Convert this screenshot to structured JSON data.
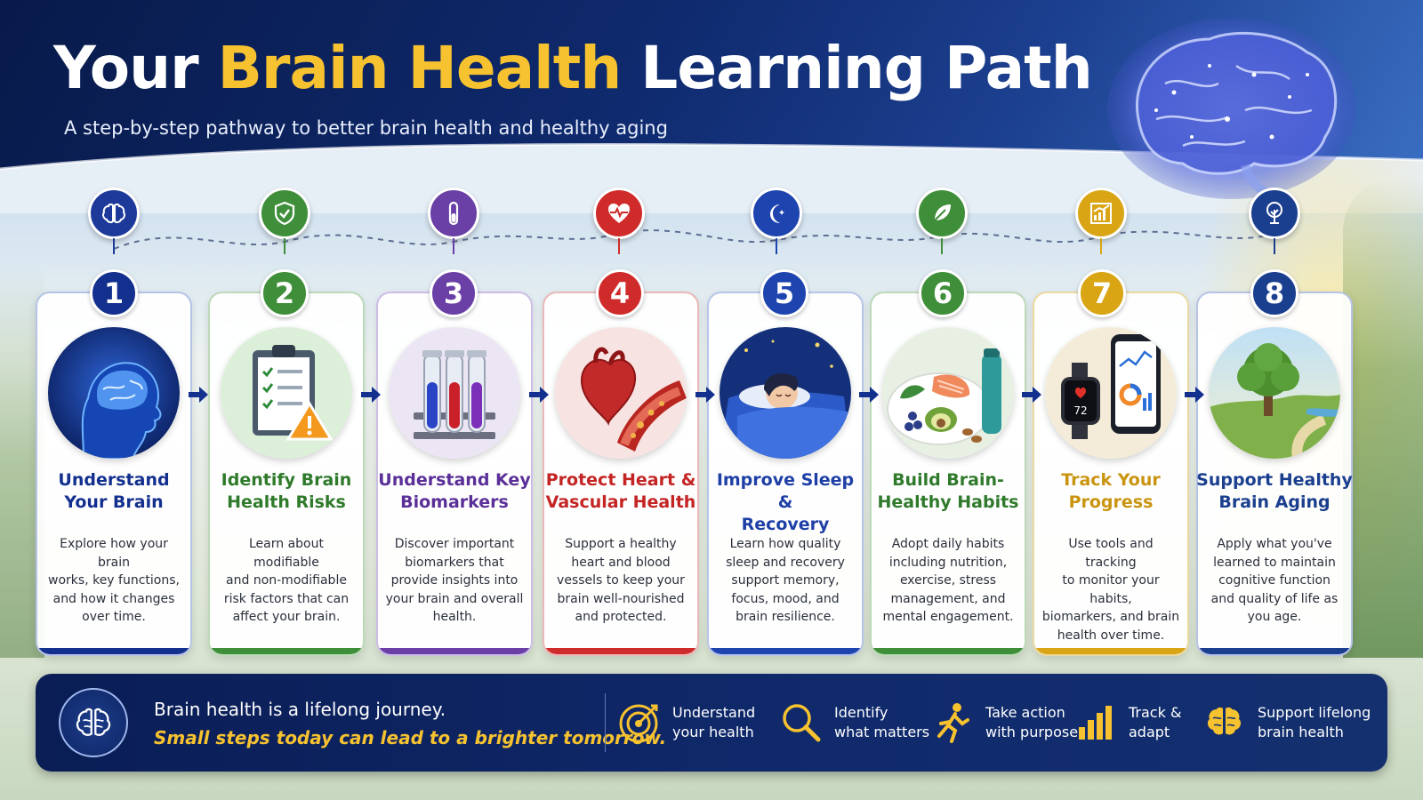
{
  "header": {
    "title_pre": "Your",
    "title_highlight": "Brain Health",
    "title_post": "Learning Path",
    "subtitle": "A step-by-step pathway to better brain health and healthy aging"
  },
  "colors": {
    "navy": "#13308f",
    "green": "#3f8f3a",
    "purple": "#6a3fa6",
    "red": "#d02b2b",
    "blue": "#1e44b0",
    "leaf": "#3f8f3a",
    "gold": "#d9a514",
    "darkblue": "#1b3f8f"
  },
  "steps": [
    {
      "number": "1",
      "title_1": "Understand",
      "title_2": "Your Brain",
      "icon": "brain-icon",
      "desc": [
        "Explore how your brain",
        "works, key functions,",
        "and how it changes",
        "over time."
      ]
    },
    {
      "number": "2",
      "title_1": "Identify Brain",
      "title_2": "Health Risks",
      "icon": "shield-check-icon",
      "desc": [
        "Learn about modifiable",
        "and non-modifiable",
        "risk factors that can",
        "affect your brain."
      ]
    },
    {
      "number": "3",
      "title_1": "Understand Key",
      "title_2": "Biomarkers",
      "icon": "test-tube-icon",
      "desc": [
        "Discover important",
        "biomarkers that",
        "provide insights into",
        "your brain and overall",
        "health."
      ]
    },
    {
      "number": "4",
      "title_1": "Protect Heart &",
      "title_2": "Vascular Health",
      "icon": "heart-pulse-icon",
      "desc": [
        "Support a healthy",
        "heart and blood",
        "vessels to keep your",
        "brain well-nourished",
        "and protected."
      ]
    },
    {
      "number": "5",
      "title_1": "Improve Sleep &",
      "title_2": "Recovery",
      "icon": "moon-stars-icon",
      "desc": [
        "Learn how quality",
        "sleep and recovery",
        "support memory,",
        "focus, mood, and",
        "brain resilience."
      ]
    },
    {
      "number": "6",
      "title_1": "Build Brain-",
      "title_2": "Healthy Habits",
      "icon": "leaf-icon",
      "desc": [
        "Adopt daily habits",
        "including nutrition,",
        "exercise, stress",
        "management, and",
        "mental engagement."
      ]
    },
    {
      "number": "7",
      "title_1": "Track Your",
      "title_2": "Progress",
      "icon": "chart-up-icon",
      "desc": [
        "Use tools and tracking",
        "to monitor your habits,",
        "biomarkers, and brain",
        "health over time."
      ]
    },
    {
      "number": "8",
      "title_1": "Support Healthy",
      "title_2": "Brain Aging",
      "icon": "tree-icon",
      "desc": [
        "Apply what you've",
        "learned to maintain",
        "cognitive function",
        "and quality of life as",
        "you age."
      ]
    }
  ],
  "watch_reading": "72",
  "footer": {
    "line1": "Brain health is a lifelong journey.",
    "line2": "Small steps today can lead to a brighter tomorrow.",
    "pills": [
      {
        "label": "Understand\nyour health",
        "icon": "target-icon"
      },
      {
        "label": "Identify\nwhat matters",
        "icon": "magnifier-icon"
      },
      {
        "label": "Take action\nwith purpose",
        "icon": "runner-icon"
      },
      {
        "label": "Track &\nadapt",
        "icon": "bar-chart-icon"
      },
      {
        "label": "Support lifelong\nbrain health",
        "icon": "brain-icon"
      }
    ]
  }
}
